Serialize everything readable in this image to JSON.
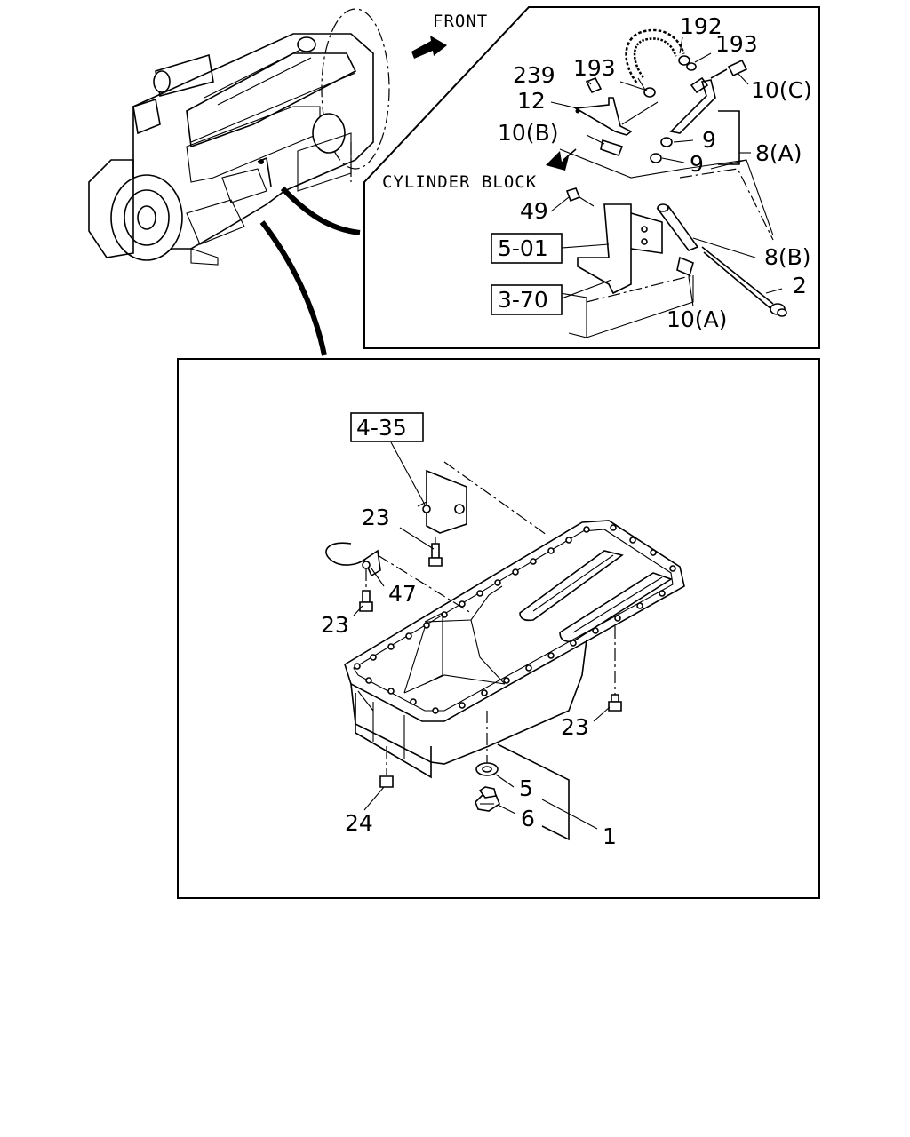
{
  "detail": {
    "front_label": "FRONT",
    "cylinder_block_label": "CYLINDER BLOCK",
    "callouts": {
      "c192": "192",
      "c193a": "193",
      "c193b": "193",
      "c239": "239",
      "c12": "12",
      "c10c": "10(C)",
      "c10b": "10(B)",
      "c9a": "9",
      "c9b": "9",
      "c8a": "8(A)",
      "c49": "49",
      "c8b": "8(B)",
      "c2": "2",
      "c10a": "10(A)"
    },
    "refs": {
      "r501": "5-01",
      "r370": "3-70"
    }
  },
  "main": {
    "refs": {
      "r435": "4-35"
    },
    "callouts": {
      "c23a": "23",
      "c47": "47",
      "c23b": "23",
      "c23c": "23",
      "c24": "24",
      "c5": "5",
      "c6": "6",
      "c1": "1"
    }
  }
}
